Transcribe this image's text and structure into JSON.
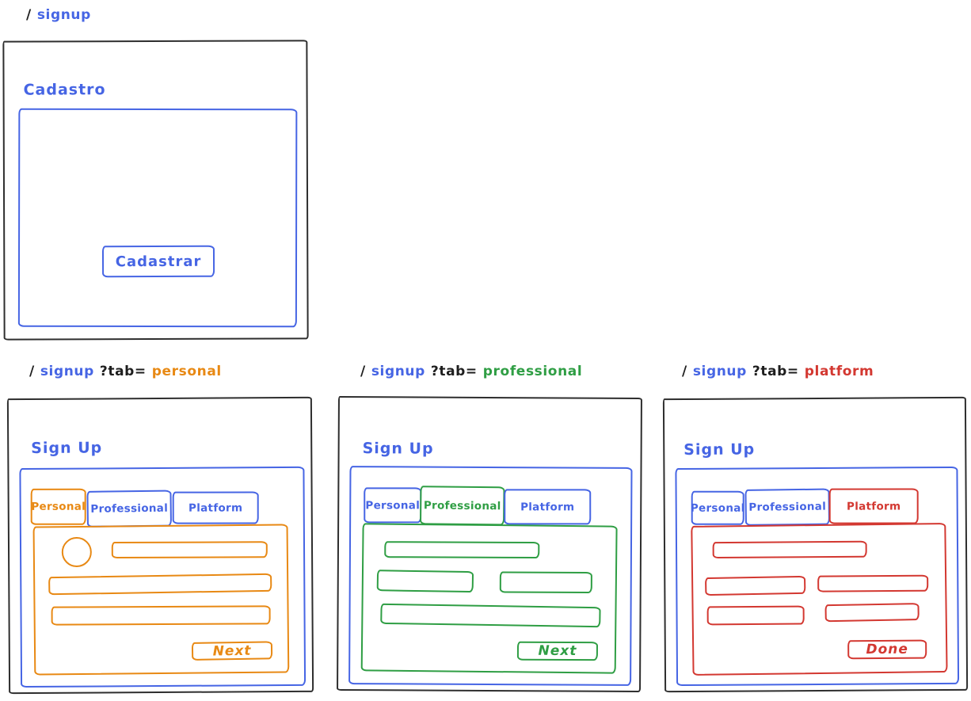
{
  "palette": {
    "ink": "#1e1e1e",
    "blue": "#4665e4",
    "orange": "#e88914",
    "green": "#2f9e44",
    "red": "#d33831"
  },
  "signup_screen": {
    "route": {
      "slash": "/",
      "path": "signup"
    },
    "heading": "Cadastro",
    "submit_label": "Cadastrar"
  },
  "tab_screens": [
    {
      "route": {
        "slash": "/",
        "path": "signup",
        "query": "?tab=",
        "tab": "personal"
      },
      "heading": "Sign Up",
      "tabs": [
        "Personal",
        "Professional",
        "Platform"
      ],
      "active_tab": "Personal",
      "accent": "#e88914",
      "action_label": "Next"
    },
    {
      "route": {
        "slash": "/",
        "path": "signup",
        "query": "?tab=",
        "tab": "professional"
      },
      "heading": "Sign Up",
      "tabs": [
        "Personal",
        "Professional",
        "Platform"
      ],
      "active_tab": "Professional",
      "accent": "#2f9e44",
      "action_label": "Next"
    },
    {
      "route": {
        "slash": "/",
        "path": "signup",
        "query": "?tab=",
        "tab": "platform"
      },
      "heading": "Sign Up",
      "tabs": [
        "Personal",
        "Professional",
        "Platform"
      ],
      "active_tab": "Platform",
      "accent": "#d33831",
      "action_label": "Done"
    }
  ]
}
